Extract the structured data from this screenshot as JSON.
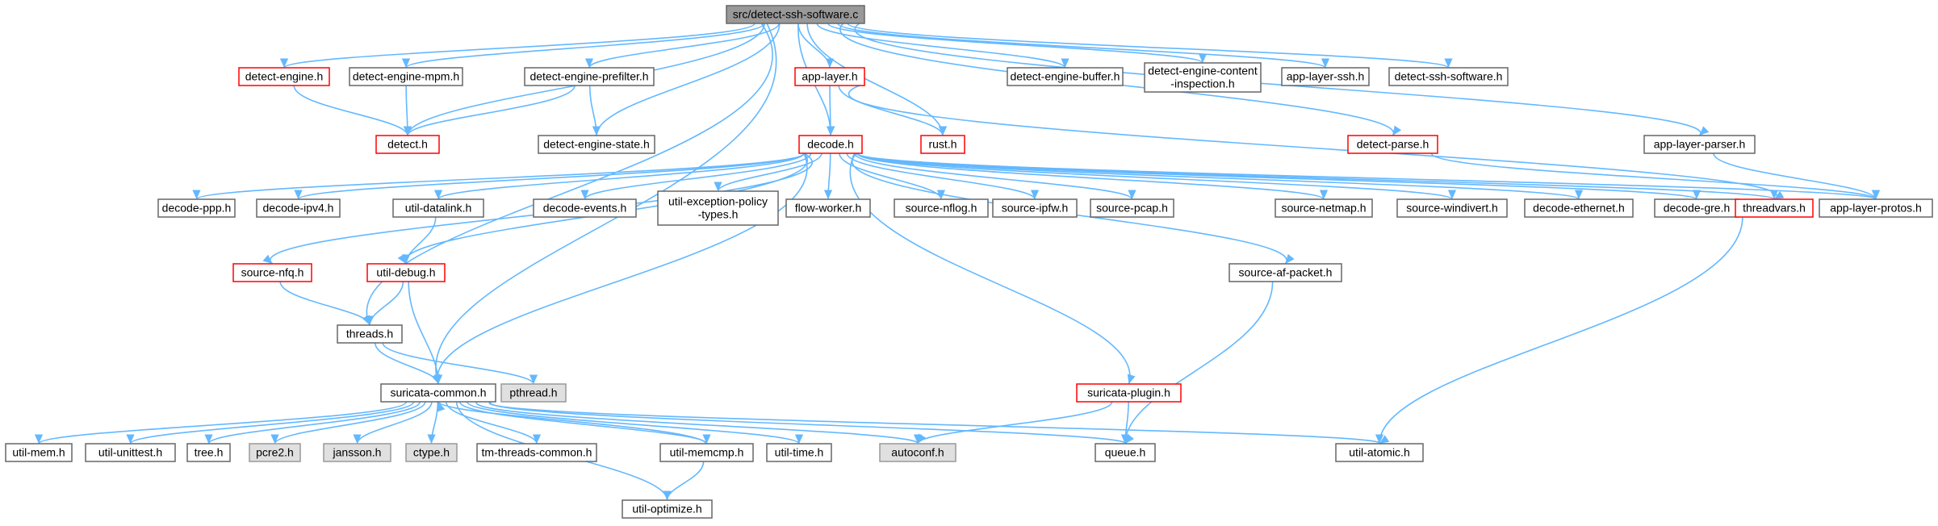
{
  "colors": {
    "edge": "#63b8ff",
    "box_border": "#666666",
    "box_border_red": "#ff0000",
    "box_fill_gray": "#e0e0e0",
    "root_fill": "#999999"
  },
  "nodes": [
    {
      "id": "root",
      "label": [
        "src/detect-ssh-software.c"
      ],
      "style": "root"
    },
    {
      "id": "detect-engine",
      "label": [
        "detect-engine.h"
      ],
      "style": "red"
    },
    {
      "id": "detect-engine-mpm",
      "label": [
        "detect-engine-mpm.h"
      ],
      "style": "normal"
    },
    {
      "id": "detect-engine-prefilter",
      "label": [
        "detect-engine-prefilter.h"
      ],
      "style": "normal"
    },
    {
      "id": "app-layer",
      "label": [
        "app-layer.h"
      ],
      "style": "red"
    },
    {
      "id": "detect-engine-buffer",
      "label": [
        "detect-engine-buffer.h"
      ],
      "style": "normal"
    },
    {
      "id": "detect-engine-content-inspection",
      "label": [
        "detect-engine-content",
        "-inspection.h"
      ],
      "style": "normal"
    },
    {
      "id": "app-layer-ssh",
      "label": [
        "app-layer-ssh.h"
      ],
      "style": "normal"
    },
    {
      "id": "detect-ssh-software",
      "label": [
        "detect-ssh-software.h"
      ],
      "style": "normal"
    },
    {
      "id": "detect",
      "label": [
        "detect.h"
      ],
      "style": "red"
    },
    {
      "id": "detect-engine-state",
      "label": [
        "detect-engine-state.h"
      ],
      "style": "normal"
    },
    {
      "id": "decode",
      "label": [
        "decode.h"
      ],
      "style": "red"
    },
    {
      "id": "rust",
      "label": [
        "rust.h"
      ],
      "style": "red"
    },
    {
      "id": "detect-parse",
      "label": [
        "detect-parse.h"
      ],
      "style": "red"
    },
    {
      "id": "app-layer-parser",
      "label": [
        "app-layer-parser.h"
      ],
      "style": "normal"
    },
    {
      "id": "decode-ppp",
      "label": [
        "decode-ppp.h"
      ],
      "style": "normal"
    },
    {
      "id": "decode-ipv4",
      "label": [
        "decode-ipv4.h"
      ],
      "style": "normal"
    },
    {
      "id": "util-datalink",
      "label": [
        "util-datalink.h"
      ],
      "style": "normal"
    },
    {
      "id": "decode-events",
      "label": [
        "decode-events.h"
      ],
      "style": "normal"
    },
    {
      "id": "util-exception-policy-types",
      "label": [
        "util-exception-policy",
        "-types.h"
      ],
      "style": "normal"
    },
    {
      "id": "flow-worker",
      "label": [
        "flow-worker.h"
      ],
      "style": "normal"
    },
    {
      "id": "source-nflog",
      "label": [
        "source-nflog.h"
      ],
      "style": "normal"
    },
    {
      "id": "source-ipfw",
      "label": [
        "source-ipfw.h"
      ],
      "style": "normal"
    },
    {
      "id": "source-pcap",
      "label": [
        "source-pcap.h"
      ],
      "style": "normal"
    },
    {
      "id": "source-netmap",
      "label": [
        "source-netmap.h"
      ],
      "style": "normal"
    },
    {
      "id": "source-windivert",
      "label": [
        "source-windivert.h"
      ],
      "style": "normal"
    },
    {
      "id": "decode-ethernet",
      "label": [
        "decode-ethernet.h"
      ],
      "style": "normal"
    },
    {
      "id": "decode-gre",
      "label": [
        "decode-gre.h"
      ],
      "style": "normal"
    },
    {
      "id": "threadvars",
      "label": [
        "threadvars.h"
      ],
      "style": "red"
    },
    {
      "id": "app-layer-protos",
      "label": [
        "app-layer-protos.h"
      ],
      "style": "normal"
    },
    {
      "id": "source-nfq",
      "label": [
        "source-nfq.h"
      ],
      "style": "red"
    },
    {
      "id": "util-debug",
      "label": [
        "util-debug.h"
      ],
      "style": "red"
    },
    {
      "id": "source-af-packet",
      "label": [
        "source-af-packet.h"
      ],
      "style": "normal"
    },
    {
      "id": "threads",
      "label": [
        "threads.h"
      ],
      "style": "normal"
    },
    {
      "id": "pthread",
      "label": [
        "pthread.h"
      ],
      "style": "gray"
    },
    {
      "id": "suricata-common",
      "label": [
        "suricata-common.h"
      ],
      "style": "normal"
    },
    {
      "id": "suricata-plugin",
      "label": [
        "suricata-plugin.h"
      ],
      "style": "red"
    },
    {
      "id": "util-mem",
      "label": [
        "util-mem.h"
      ],
      "style": "normal"
    },
    {
      "id": "util-unittest",
      "label": [
        "util-unittest.h"
      ],
      "style": "normal"
    },
    {
      "id": "tree",
      "label": [
        "tree.h"
      ],
      "style": "normal"
    },
    {
      "id": "pcre2",
      "label": [
        "pcre2.h"
      ],
      "style": "gray"
    },
    {
      "id": "jansson",
      "label": [
        "jansson.h"
      ],
      "style": "gray"
    },
    {
      "id": "ctype",
      "label": [
        "ctype.h"
      ],
      "style": "gray"
    },
    {
      "id": "tm-threads-common",
      "label": [
        "tm-threads-common.h"
      ],
      "style": "normal"
    },
    {
      "id": "util-memcmp",
      "label": [
        "util-memcmp.h"
      ],
      "style": "normal"
    },
    {
      "id": "util-time",
      "label": [
        "util-time.h"
      ],
      "style": "normal"
    },
    {
      "id": "autoconf",
      "label": [
        "autoconf.h"
      ],
      "style": "gray"
    },
    {
      "id": "queue",
      "label": [
        "queue.h"
      ],
      "style": "normal"
    },
    {
      "id": "util-atomic",
      "label": [
        "util-atomic.h"
      ],
      "style": "normal"
    },
    {
      "id": "util-optimize",
      "label": [
        "util-optimize.h"
      ],
      "style": "normal"
    }
  ],
  "edges": [
    [
      "root",
      "detect-engine"
    ],
    [
      "root",
      "detect-engine-mpm"
    ],
    [
      "root",
      "detect-engine-prefilter"
    ],
    [
      "root",
      "app-layer"
    ],
    [
      "root",
      "detect-engine-buffer"
    ],
    [
      "root",
      "detect-engine-content-inspection"
    ],
    [
      "root",
      "app-layer-ssh"
    ],
    [
      "root",
      "detect-ssh-software"
    ],
    [
      "root",
      "detect"
    ],
    [
      "root",
      "detect-engine-state"
    ],
    [
      "root",
      "decode"
    ],
    [
      "root",
      "rust"
    ],
    [
      "root",
      "detect-parse"
    ],
    [
      "root",
      "app-layer-parser"
    ],
    [
      "root",
      "threads"
    ],
    [
      "root",
      "suricata-common"
    ],
    [
      "detect-engine",
      "detect"
    ],
    [
      "detect-engine-mpm",
      "detect"
    ],
    [
      "detect-engine-prefilter",
      "detect"
    ],
    [
      "detect-engine-prefilter",
      "detect-engine-state"
    ],
    [
      "app-layer",
      "decode"
    ],
    [
      "app-layer",
      "rust"
    ],
    [
      "app-layer",
      "threadvars"
    ],
    [
      "detect-parse",
      "app-layer-protos"
    ],
    [
      "app-layer-parser",
      "app-layer-protos"
    ],
    [
      "decode",
      "decode-ppp"
    ],
    [
      "decode",
      "decode-ipv4"
    ],
    [
      "decode",
      "util-datalink"
    ],
    [
      "decode",
      "decode-events"
    ],
    [
      "decode",
      "util-exception-policy-types"
    ],
    [
      "decode",
      "flow-worker"
    ],
    [
      "decode",
      "source-nflog"
    ],
    [
      "decode",
      "source-ipfw"
    ],
    [
      "decode",
      "source-pcap"
    ],
    [
      "decode",
      "source-netmap"
    ],
    [
      "decode",
      "source-windivert"
    ],
    [
      "decode",
      "decode-ethernet"
    ],
    [
      "decode",
      "decode-gre"
    ],
    [
      "decode",
      "threadvars"
    ],
    [
      "decode",
      "app-layer-protos"
    ],
    [
      "decode",
      "source-nfq"
    ],
    [
      "decode",
      "util-debug"
    ],
    [
      "decode",
      "source-af-packet"
    ],
    [
      "decode",
      "suricata-plugin"
    ],
    [
      "decode",
      "suricata-common"
    ],
    [
      "util-datalink",
      "util-debug"
    ],
    [
      "source-nfq",
      "threads"
    ],
    [
      "util-debug",
      "threads"
    ],
    [
      "util-debug",
      "suricata-common"
    ],
    [
      "threads",
      "suricata-common"
    ],
    [
      "threads",
      "pthread"
    ],
    [
      "threadvars",
      "util-atomic"
    ],
    [
      "source-af-packet",
      "queue"
    ],
    [
      "suricata-plugin",
      "queue"
    ],
    [
      "suricata-plugin",
      "autoconf"
    ],
    [
      "suricata-common",
      "util-mem"
    ],
    [
      "suricata-common",
      "util-unittest"
    ],
    [
      "suricata-common",
      "tree"
    ],
    [
      "suricata-common",
      "pcre2"
    ],
    [
      "suricata-common",
      "jansson"
    ],
    [
      "suricata-common",
      "ctype"
    ],
    [
      "suricata-common",
      "tm-threads-common"
    ],
    [
      "suricata-common",
      "util-memcmp"
    ],
    [
      "suricata-common",
      "util-time"
    ],
    [
      "suricata-common",
      "autoconf"
    ],
    [
      "suricata-common",
      "queue"
    ],
    [
      "suricata-common",
      "util-atomic"
    ],
    [
      "suricata-common",
      "util-optimize"
    ],
    [
      "util-memcmp",
      "util-optimize"
    ],
    [
      "util-memcmp",
      "suricata-common"
    ]
  ]
}
